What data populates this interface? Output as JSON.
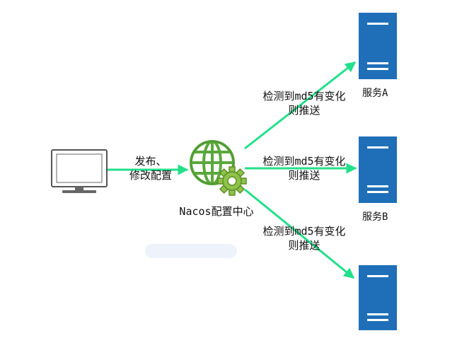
{
  "colors": {
    "arrow": "#22e08a",
    "server_fill": "#1f6fb8",
    "server_stripe": "#ffffff",
    "monitor_stroke": "#555555",
    "globe_green": "#5aa83c"
  },
  "client": {
    "icon": "monitor-icon",
    "edge_label_line1": "发布、",
    "edge_label_line2": "修改配置"
  },
  "config_center": {
    "icon": "globe-gear-icon",
    "label": "Nacos配置中心"
  },
  "push_edges": [
    {
      "line1": "检测到md5有变化",
      "line2": "则推送"
    },
    {
      "line1": "检测到md5有变化",
      "line2": "则推送"
    },
    {
      "line1": "检测到md5有变化",
      "line2": "则推送"
    }
  ],
  "servers": [
    {
      "icon": "server-icon",
      "label": "服务A"
    },
    {
      "icon": "server-icon",
      "label": "服务B"
    },
    {
      "icon": "server-icon",
      "label": ""
    }
  ]
}
